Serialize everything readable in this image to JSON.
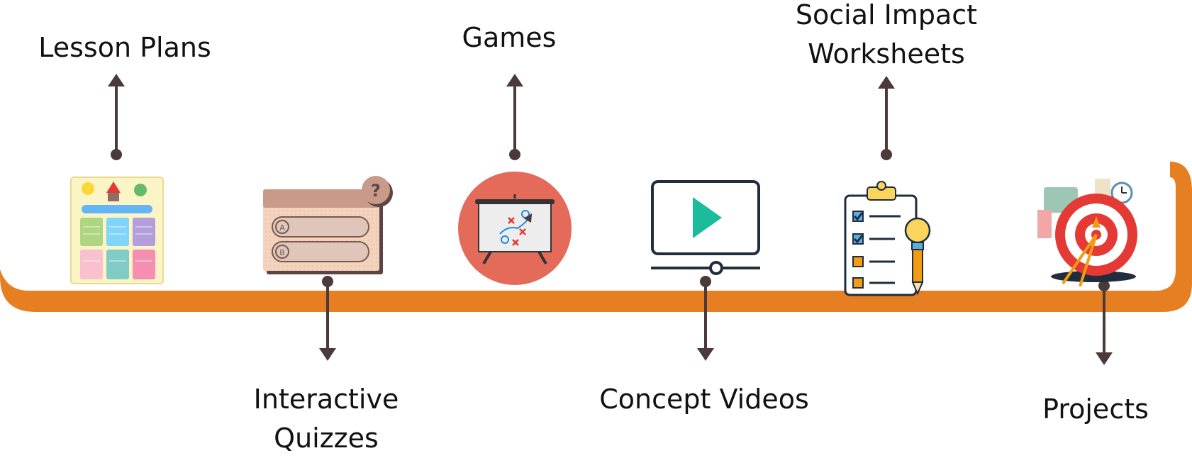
{
  "colors": {
    "band": "#E67E22",
    "connector": "#4A3B3A",
    "label_text": "#111111"
  },
  "items": [
    {
      "label": "Lesson Plans",
      "icon": "school-timetable-icon",
      "direction": "up"
    },
    {
      "label": "Interactive\nQuizzes",
      "icon": "quiz-card-icon",
      "direction": "down"
    },
    {
      "label": "Games",
      "icon": "strategy-board-icon",
      "direction": "up"
    },
    {
      "label": "Concept Videos",
      "icon": "video-player-icon",
      "direction": "down"
    },
    {
      "label": "Social Impact\nWorksheets",
      "icon": "checklist-clipboard-icon",
      "direction": "up"
    },
    {
      "label": "Projects",
      "icon": "target-goal-icon",
      "direction": "down"
    }
  ]
}
